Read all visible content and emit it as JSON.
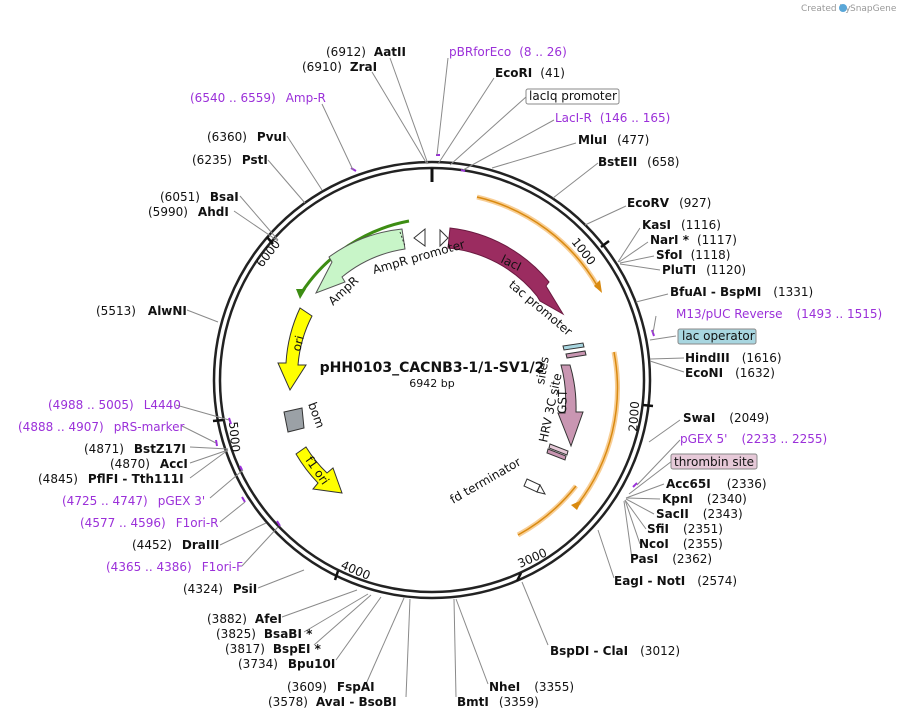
{
  "credit": "Created by",
  "brand": "SnapGene",
  "plasmid": {
    "name": "pHH0103_CACNB3-1/1-SV1/2",
    "size": "6942 bp"
  },
  "ticks": [
    "1000",
    "2000",
    "3000",
    "4000",
    "5000",
    "6000"
  ],
  "features": {
    "lacI": "lacI",
    "ampr": "AmpR",
    "ampr_promoter": "AmpR promoter",
    "tac_promoter": "tac promoter",
    "ori": "ori",
    "bom": "bom",
    "f1ori": "f1 ori",
    "gst": "GST",
    "hrv": "HRV 3C site",
    "sites": "sites",
    "fd_terminator": "fd terminator",
    "lacIq_promoter": "lacIq promoter",
    "lac_operator": "lac operator",
    "thrombin_site": "thrombin site"
  },
  "enzymes": [
    {
      "num": "(6912)",
      "name": "AatII"
    },
    {
      "num": "(6910)",
      "name": "ZraI"
    },
    {
      "name": "EcoRI",
      "num": "(41)"
    },
    {
      "name": "MluI",
      "num": "(477)"
    },
    {
      "name": "BstEII",
      "num": "(658)"
    },
    {
      "name": "EcoRV",
      "num": "(927)"
    },
    {
      "name": "KasI",
      "num": "(1116)"
    },
    {
      "name": "NarI *",
      "num": "(1117)"
    },
    {
      "name": "SfoI",
      "num": "(1118)"
    },
    {
      "name": "PluTI",
      "num": "(1120)"
    },
    {
      "name": "BfuAI - BspMI",
      "num": "(1331)"
    },
    {
      "name": "HindIII",
      "num": "(1616)"
    },
    {
      "name": "EcoNI",
      "num": "(1632)"
    },
    {
      "name": "SwaI",
      "num": "(2049)"
    },
    {
      "name": "Acc65I",
      "num": "(2336)"
    },
    {
      "name": "KpnI",
      "num": "(2340)"
    },
    {
      "name": "SacII",
      "num": "(2343)"
    },
    {
      "name": "SfiI",
      "num": "(2351)"
    },
    {
      "name": "NcoI",
      "num": "(2355)"
    },
    {
      "name": "PasI",
      "num": "(2362)"
    },
    {
      "name": "EagI - NotI",
      "num": "(2574)"
    },
    {
      "name": "BspDI - ClaI",
      "num": "(3012)"
    },
    {
      "name": "NheI",
      "num": "(3355)"
    },
    {
      "name": "BmtI",
      "num": "(3359)"
    },
    {
      "num": "(3578)",
      "name": "AvaI - BsoBI"
    },
    {
      "num": "(3609)",
      "name": "FspAI"
    },
    {
      "num": "(3734)",
      "name": "Bpu10I"
    },
    {
      "num": "(3817)",
      "name": "BspEI *"
    },
    {
      "num": "(3825)",
      "name": "BsaBI *"
    },
    {
      "num": "(3882)",
      "name": "AfeI"
    },
    {
      "num": "(4324)",
      "name": "PsiI"
    },
    {
      "num": "(4452)",
      "name": "DraIII"
    },
    {
      "num": "(4845)",
      "name": "PflFI - Tth111I"
    },
    {
      "num": "(4870)",
      "name": "AccI"
    },
    {
      "num": "(4871)",
      "name": "BstZ17I"
    },
    {
      "num": "(5513)",
      "name": "AlwNI"
    },
    {
      "num": "(5990)",
      "name": "AhdI"
    },
    {
      "num": "(6051)",
      "name": "BsaI"
    },
    {
      "num": "(6235)",
      "name": "PstI"
    },
    {
      "num": "(6360)",
      "name": "PvuI"
    }
  ],
  "primers": [
    {
      "name": "pBRforEco",
      "range": "(8 .. 26)"
    },
    {
      "name": "LacI-R",
      "range": "(146 .. 165)"
    },
    {
      "name": "M13/pUC Reverse",
      "range": "(1493 .. 1515)"
    },
    {
      "name": "pGEX 5'",
      "range": "(2233 .. 2255)"
    },
    {
      "range": "(6540 .. 6559)",
      "name": "Amp-R"
    },
    {
      "range": "(4988 .. 5005)",
      "name": "L4440"
    },
    {
      "range": "(4888 .. 4907)",
      "name": "pRS-marker"
    },
    {
      "range": "(4725 .. 4747)",
      "name": "pGEX 3'"
    },
    {
      "range": "(4577 .. 4596)",
      "name": "F1ori-R"
    },
    {
      "range": "(4365 .. 4386)",
      "name": "F1ori-F"
    }
  ],
  "colors": {
    "lacI": "#9b2c60",
    "ampr": "#c8f5c8",
    "ori": "#ffff00",
    "gst": "#c996b2",
    "orange_orf": "#f6c27a",
    "primer": "#9b30d9",
    "lac_operator_bg": "#a8d6e0",
    "thrombin_bg": "#e6c9d8"
  }
}
